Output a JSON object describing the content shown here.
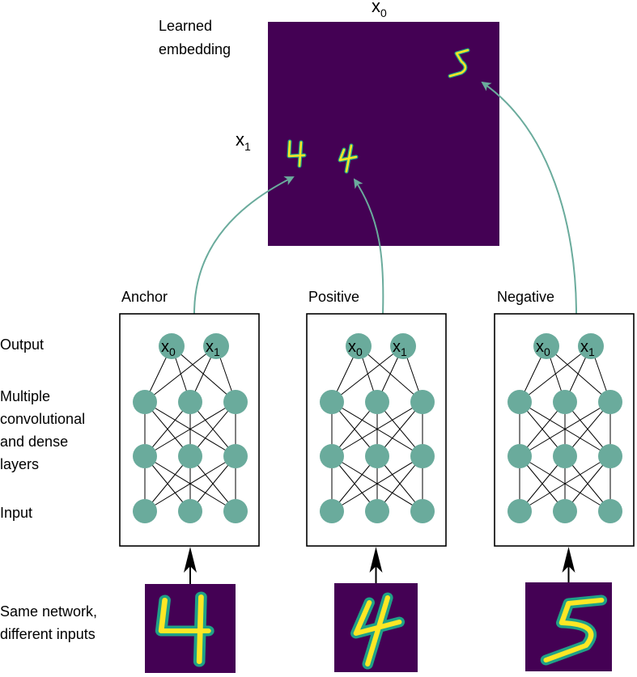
{
  "colors": {
    "node": "#6aab9c",
    "embedding_bg": "#440154",
    "digit_outer": "#1fa187",
    "digit_inner": "#fde725"
  },
  "embedding": {
    "title_line1": "Learned",
    "title_line2": "embedding",
    "axis_x": "x",
    "axis_x_sub": "0",
    "axis_y": "x",
    "axis_y_sub": "1",
    "digits": [
      "4",
      "4",
      "5"
    ]
  },
  "row_labels": {
    "output": "Output",
    "hidden_line1": "Multiple",
    "hidden_line2": "convolutional",
    "hidden_line3": "and dense",
    "hidden_line4": "layers",
    "input": "Input",
    "bottom_line1": "Same network,",
    "bottom_line2": "different inputs"
  },
  "networks": [
    {
      "title": "Anchor",
      "out0": "x",
      "out0_sub": "0",
      "out1": "x",
      "out1_sub": "1",
      "input_digit": "4"
    },
    {
      "title": "Positive",
      "out0": "x",
      "out0_sub": "0",
      "out1": "x",
      "out1_sub": "1",
      "input_digit": "4"
    },
    {
      "title": "Negative",
      "out0": "x",
      "out0_sub": "0",
      "out1": "x",
      "out1_sub": "1",
      "input_digit": "5"
    }
  ]
}
